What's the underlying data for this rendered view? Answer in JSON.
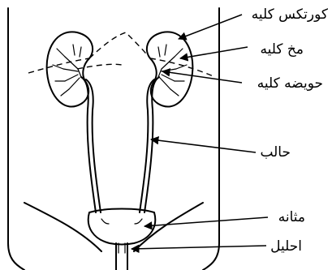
{
  "labels": {
    "renal_cortex": "کورتکس کلیه",
    "renal_medulla": "مخ کلیه",
    "renal_pelvis": "حویضه کلیه",
    "ureter": "حالب",
    "bladder": "مثانه",
    "urethra": "احلیل"
  }
}
